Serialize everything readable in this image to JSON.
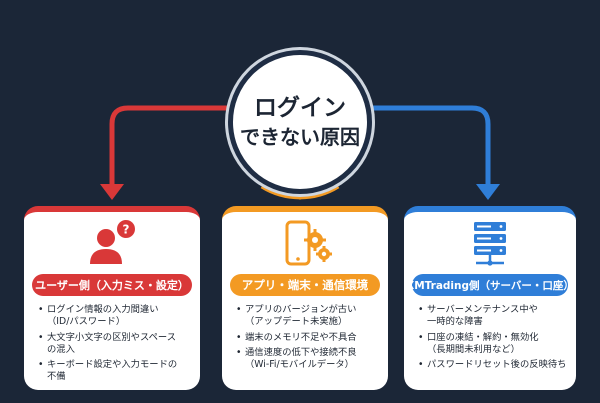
{
  "hub": {
    "line1": "ログイン",
    "line2": "できない原因"
  },
  "colors": {
    "red": "#d93838",
    "orange": "#f39a23",
    "blue": "#2f7ed8",
    "background": "#1b2637"
  },
  "cards": [
    {
      "title": "ユーザー側（入力ミス・設定）",
      "icon": "user-question-icon",
      "items": [
        {
          "main": "ログイン情報の入力間違い",
          "sub": "（ID/パスワード）"
        },
        {
          "main": "大文字小文字の区別やスペース",
          "sub": "の混入"
        },
        {
          "main": "キーボード設定や入力モードの",
          "sub": "不備"
        }
      ]
    },
    {
      "title": "アプリ・端末・通信環境",
      "icon": "phone-gear-icon",
      "items": [
        {
          "main": "アプリのバージョンが古い",
          "sub": "（アップデート未実施）"
        },
        {
          "main": "端末のメモリ不足や不具合",
          "sub": ""
        },
        {
          "main": "通信速度の低下や接続不良",
          "sub": "（Wi-Fi/モバイルデータ）"
        }
      ]
    },
    {
      "title": "XMTrading側（サーバー・口座）",
      "icon": "server-icon",
      "items": [
        {
          "main": "サーバーメンテナンス中や",
          "sub": "一時的な障害"
        },
        {
          "main": "口座の凍結・解約・無効化",
          "sub": "（長期間未利用など）"
        },
        {
          "main": "パスワードリセット後の反映待ち",
          "sub": ""
        }
      ]
    }
  ]
}
